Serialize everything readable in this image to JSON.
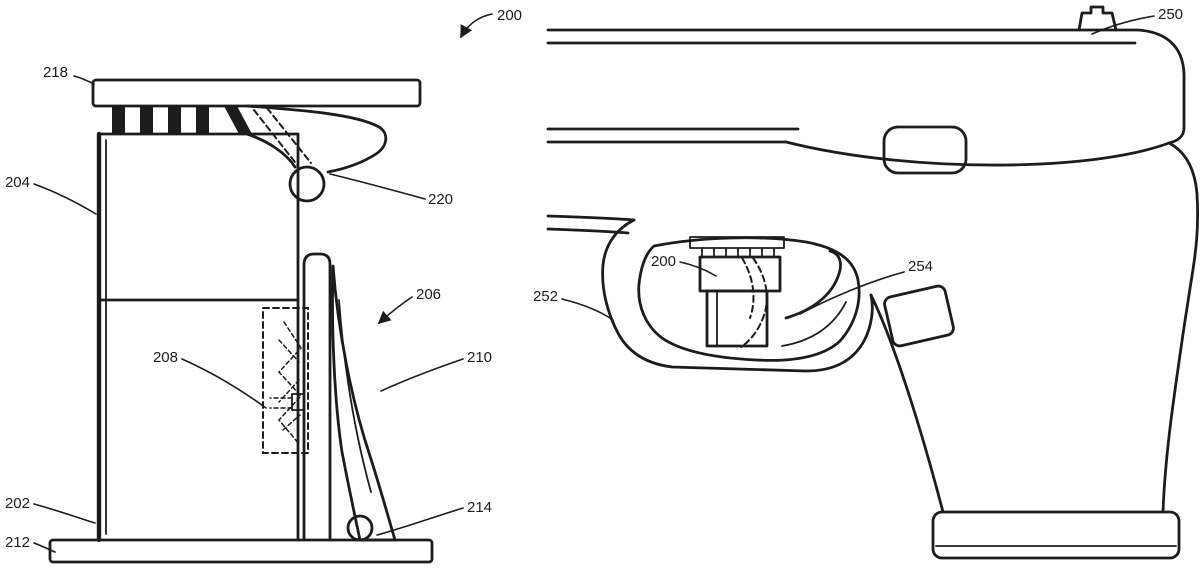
{
  "drawing": {
    "ink": "#1c1c1c",
    "background": "#ffffff",
    "left_figure": {
      "refs": {
        "r200": "200",
        "r218": "218",
        "r204": "204",
        "r220": "220",
        "r206": "206",
        "r208": "208",
        "r210": "210",
        "r202": "202",
        "r212": "212",
        "r214": "214"
      }
    },
    "right_figure": {
      "refs": {
        "r250": "250",
        "r200": "200",
        "r254": "254",
        "r252": "252"
      }
    }
  }
}
